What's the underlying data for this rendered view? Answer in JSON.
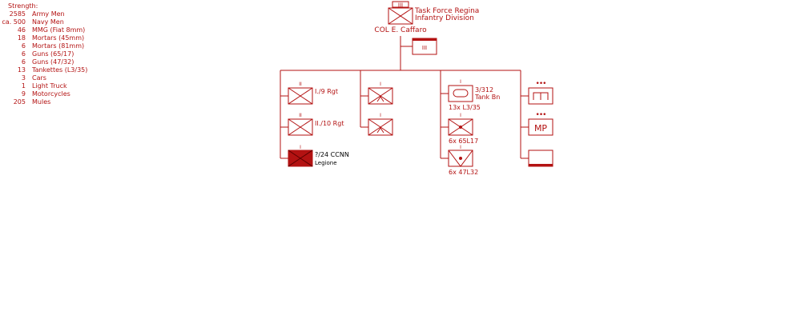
{
  "colors": {
    "primary": "#b31212",
    "fill_legion": "#b31212",
    "background": "#ffffff"
  },
  "strength": {
    "heading": "Strength:",
    "rows": [
      {
        "qty": "2585",
        "label": "Army Men"
      },
      {
        "qty": "ca. 500",
        "label": "Navy Men"
      },
      {
        "qty": "46",
        "label": "MMG (Fiat 8mm)"
      },
      {
        "qty": "18",
        "label": "Mortars (45mm)"
      },
      {
        "qty": "6",
        "label": "Mortars (81mm)"
      },
      {
        "qty": "6",
        "label": "Guns (65/17)"
      },
      {
        "qty": "6",
        "label": "Guns (47/32)"
      },
      {
        "qty": "13",
        "label": "Tankettes (L3/35)"
      },
      {
        "qty": "3",
        "label": "Cars"
      },
      {
        "qty": "1",
        "label": "Light Truck"
      },
      {
        "qty": "9",
        "label": "Motorcycles"
      },
      {
        "qty": "205",
        "label": "Mules"
      }
    ]
  },
  "hq": {
    "echelon": "III",
    "name": "Task Force Regina",
    "parent": "Infantry Division",
    "commander": "COL E. Caffaro",
    "staff_echelon": "III"
  },
  "units": {
    "rgt1": {
      "echelon": "II",
      "label": "I./9 Rgt"
    },
    "rgt2": {
      "echelon": "II",
      "label": "II./10 Rgt"
    },
    "ccnn": {
      "echelon": "I",
      "label": "?/24 CCNN",
      "sublabel": "Legione"
    },
    "mtn1": {
      "echelon": "I"
    },
    "mtn2": {
      "echelon": "I"
    },
    "tank": {
      "echelon": "I",
      "label": "3/312",
      "sublabel": "Tank Bn",
      "equipment": "13x L3/35"
    },
    "art65": {
      "echelon": "I",
      "equipment": "6x 65L17"
    },
    "at47": {
      "echelon": "I",
      "equipment": "6x 47L32"
    },
    "eng": {
      "echelon": "•••",
      "icon": "engineer-icon"
    },
    "mp": {
      "echelon": "•••",
      "label": "MP"
    },
    "supply": {
      "icon": "supply-icon"
    }
  }
}
